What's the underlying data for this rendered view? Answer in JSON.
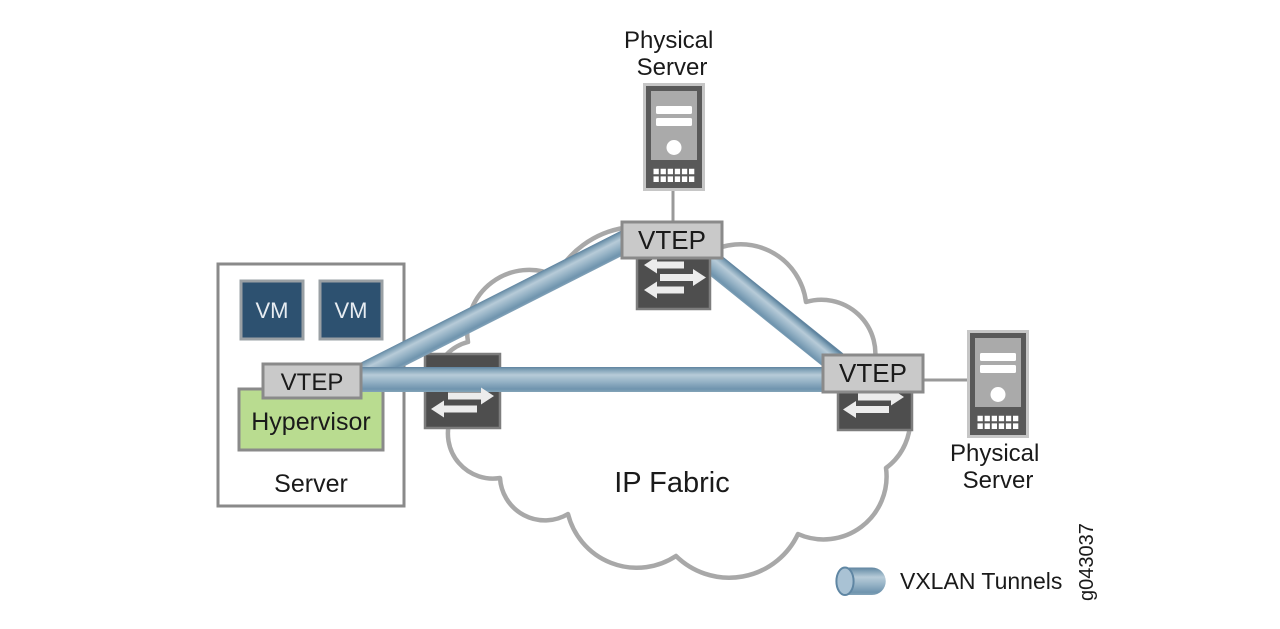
{
  "figure": {
    "id_label": "g043037"
  },
  "cloud": {
    "label": "IP Fabric"
  },
  "legend": {
    "swatch": "vxlan-tunnel-cylinder",
    "label": "VXLAN Tunnels"
  },
  "nodes": {
    "physical_server_top": {
      "type": "physical-server",
      "label_line1": "Physical",
      "label_line2": "Server"
    },
    "physical_server_right": {
      "type": "physical-server",
      "label_line1": "Physical",
      "label_line2": "Server"
    },
    "vtep_top": {
      "label": "VTEP",
      "attached_switch": "switch-with-arrows"
    },
    "vtep_left": {
      "label": "VTEP"
    },
    "vtep_right": {
      "label": "VTEP",
      "attached_switch": "switch-with-arrows"
    },
    "fabric_switch_left": {
      "type": "switch-with-arrows"
    },
    "server_left": {
      "label": "Server",
      "vms": [
        {
          "label": "VM"
        },
        {
          "label": "VM"
        }
      ],
      "hypervisor_label": "Hypervisor"
    }
  },
  "edges": {
    "vxlan_tunnels": [
      {
        "from": "vtep_left",
        "to": "vtep_top"
      },
      {
        "from": "vtep_top",
        "to": "vtep_right"
      },
      {
        "from": "vtep_left",
        "to": "vtep_right"
      }
    ],
    "physical_links": [
      {
        "from": "physical_server_top",
        "to": "vtep_top"
      },
      {
        "from": "vtep_right",
        "to": "physical_server_right"
      }
    ]
  },
  "colors": {
    "tunnel_dark": "#60849f",
    "tunnel_light": "#b7cbd8",
    "cloud_stroke": "#a8a8a8",
    "ip_fabric_text": "#4b80a8",
    "vtep_fill": "#c9c9c9",
    "vtep_stroke": "#8a8a8a",
    "switch_fill": "#4e4e4e",
    "arrow_fill": "#ececec",
    "vm_fill": "#2d5170",
    "hypervisor_fill": "#b9dc90",
    "box_stroke": "#8a8a8a",
    "connector": "#999999",
    "text": "#1a1a1a"
  }
}
